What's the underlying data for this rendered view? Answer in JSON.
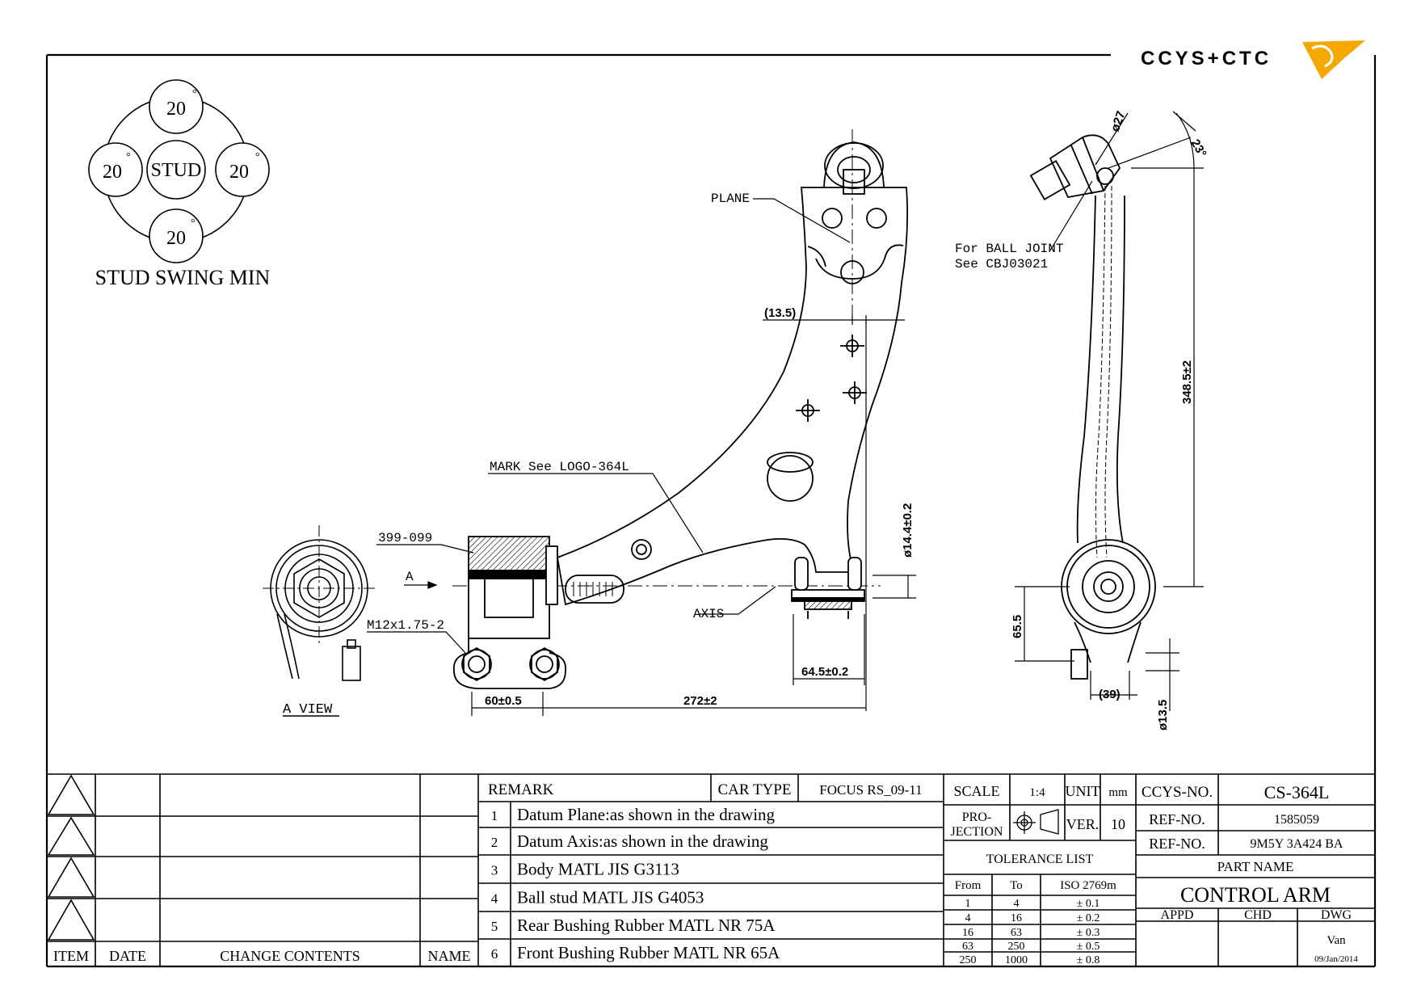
{
  "brand": {
    "name": "CCYS+CTC",
    "accent": "#f5a800",
    "grey": "#7a7a7a"
  },
  "stud_swing": {
    "caption": "STUD SWING MIN",
    "center": "STUD",
    "angle": "20",
    "degree": "°"
  },
  "labels": {
    "plane": "PLANE",
    "axis": "AXIS",
    "mark": "MARK See LOGO-364L",
    "part_ref": "399-099",
    "thread": "M12x1.75-2",
    "view_arrow": "A",
    "view_caption": "A VIEW",
    "ball_joint_1": "For BALL JOINT",
    "ball_joint_2": "See CBJ03021"
  },
  "dims": {
    "d13_5": "(13.5)",
    "d14_4": "ø14.4±0.2",
    "d64_5": "64.5±0.2",
    "d60": "60±0.5",
    "d272": "272±2",
    "d27": "ø27",
    "d23": "23°",
    "d348": "348.5±2",
    "d65": "65.5",
    "d39": "(39)",
    "d13_5b": "ø13.5"
  },
  "revision": {
    "headers": {
      "item": "ITEM",
      "date": "DATE",
      "change": "CHANGE CONTENTS",
      "name": "NAME"
    }
  },
  "remarks": {
    "header": "REMARK",
    "car_type_label": "CAR TYPE",
    "car_type": "FOCUS RS_09-11",
    "items": [
      {
        "n": "1",
        "text": "Datum Plane:as shown in the drawing"
      },
      {
        "n": "2",
        "text": "Datum Axis:as shown in the drawing"
      },
      {
        "n": "3",
        "text": "Body MATL JIS G3113"
      },
      {
        "n": "4",
        "text": "Ball stud MATL JIS G4053"
      },
      {
        "n": "5",
        "text": "Rear Bushing Rubber MATL NR 75A"
      },
      {
        "n": "6",
        "text": "Front Bushing Rubber MATL NR 65A"
      }
    ]
  },
  "spec": {
    "scale_label": "SCALE",
    "scale": "1:4",
    "unit_label": "UNIT",
    "unit": "mm",
    "projection_1": "PRO-",
    "projection_2": "JECTION",
    "ver_label": "VER.",
    "ver": "10",
    "tolerance_title": "TOLERANCE LIST",
    "tol_headers": {
      "from": "From",
      "to": "To",
      "iso": "ISO 2769m"
    },
    "tolerances": [
      {
        "from": "1",
        "to": "4",
        "tol": "± 0.1"
      },
      {
        "from": "4",
        "to": "16",
        "tol": "± 0.2"
      },
      {
        "from": "16",
        "to": "63",
        "tol": "± 0.3"
      },
      {
        "from": "63",
        "to": "250",
        "tol": "± 0.5"
      },
      {
        "from": "250",
        "to": "1000",
        "tol": "± 0.8"
      }
    ]
  },
  "title_block": {
    "ccys_label": "CCYS-NO.",
    "ccys": "CS-364L",
    "ref_label": "REF-NO.",
    "ref1": "1585059",
    "ref2": "9M5Y 3A424 BA",
    "part_label": "PART NAME",
    "part": "CONTROL ARM",
    "appd": "APPD",
    "chd": "CHD",
    "dwg": "DWG",
    "drawn_by": "Van",
    "date": "09/Jan/2014"
  }
}
